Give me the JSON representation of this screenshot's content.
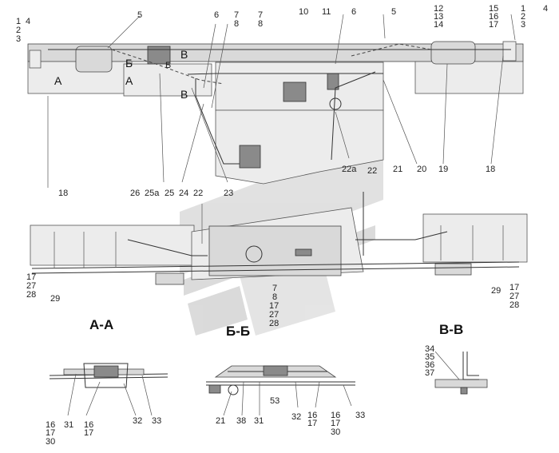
{
  "callouts_top": [
    "1",
    "2",
    "3",
    "4",
    "5",
    "6",
    "7",
    "8",
    "7",
    "8",
    "10",
    "11",
    "6",
    "5",
    "12",
    "13",
    "14",
    "15",
    "16",
    "17",
    "1",
    "2",
    "3",
    "4"
  ],
  "section_marks_top": [
    "А",
    "А",
    "Б",
    "Б",
    "В",
    "В"
  ],
  "callouts_top_bottom": [
    "18",
    "26",
    "25а",
    "25",
    "24",
    "22",
    "23",
    "22а",
    "21",
    "20",
    "19",
    "18"
  ],
  "callouts_middle": [
    "22",
    "17",
    "27",
    "28",
    "29",
    "7",
    "8",
    "17",
    "27",
    "28",
    "29",
    "17",
    "27",
    "28"
  ],
  "section_titles": [
    "А-А",
    "Б-Б",
    "В-В"
  ],
  "callouts_aa": [
    "16",
    "17",
    "30",
    "31",
    "16",
    "17",
    "32",
    "33"
  ],
  "callouts_bb": [
    "21",
    "38",
    "31",
    "53",
    "32",
    "16",
    "17",
    "16",
    "17",
    "30",
    "33"
  ],
  "callouts_vv": [
    "34",
    "35",
    "36",
    "37"
  ]
}
